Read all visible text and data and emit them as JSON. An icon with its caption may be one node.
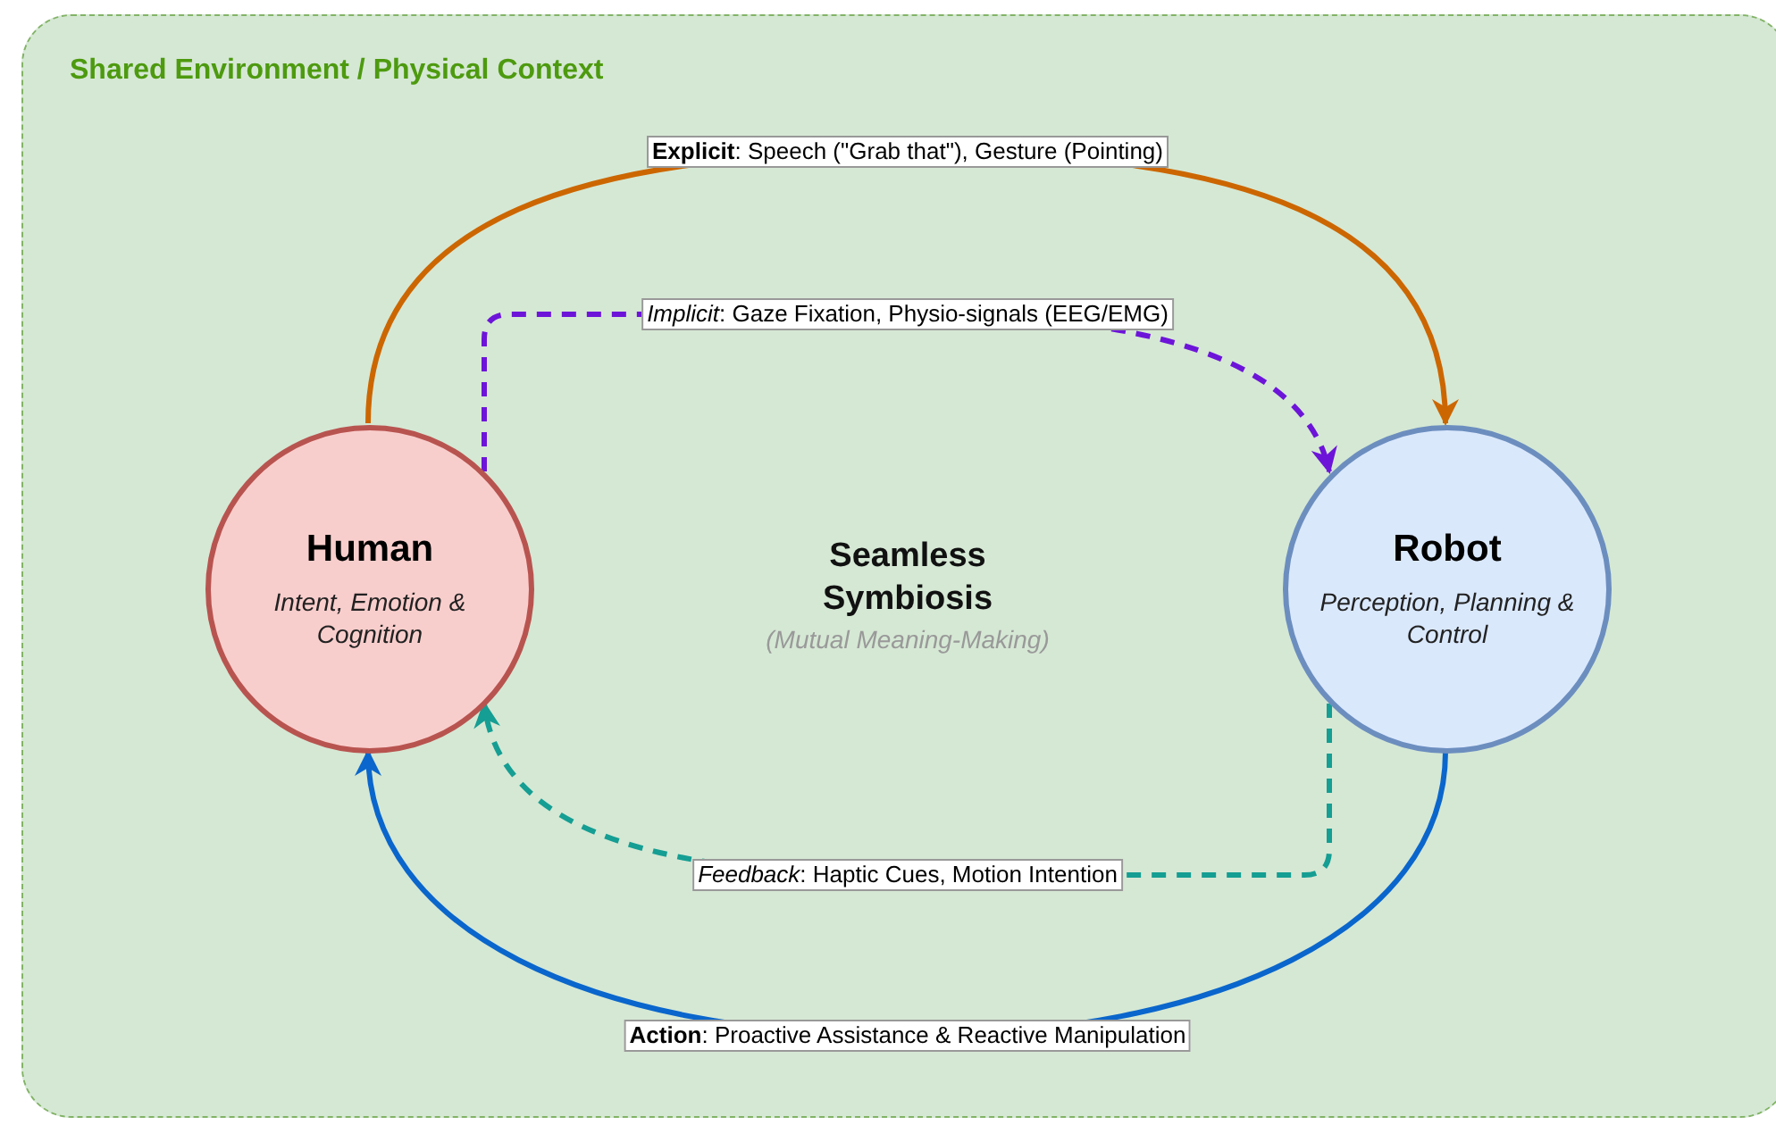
{
  "diagram": {
    "nodes": [
      {
        "text": [
          "Shared Environment / Physical Context"
        ]
      },
      {
        "text": [
          "Human",
          "Intent, Emotion & Cognition"
        ],
        "in": 0
      },
      {
        "text": [
          "Robot",
          "Perception, Planning & Control"
        ],
        "in": 0
      }
    ],
    "edges": [
      {
        "from": 1,
        "to": 2,
        "arrow": "to",
        "label": "**Explicit**: Speech (\"Grab that\"), Gesture (Pointing)",
        "color": "#cc6600"
      },
      {
        "from": 1,
        "to": 2,
        "arrow": "to",
        "label": "*Implicit*: Gaze Fixation, Physio-signals (EEG/EMG)",
        "style": "dashed",
        "color": "#6d14d9"
      },
      {
        "from": 2,
        "to": 1,
        "arrow": "to",
        "label": "*Feedback*: Haptic Cues, Motion Intention",
        "style": "dashed",
        "color": "#159e93"
      },
      {
        "from": 2,
        "to": 1,
        "arrow": "to",
        "label": "**Action**: Proactive Assistance & Reactive Manipulation",
        "color": "#0a66cc"
      }
    ],
    "labels": [
      "Seamless Symbiosis",
      "(Mutual Meaning-Making)"
    ]
  }
}
